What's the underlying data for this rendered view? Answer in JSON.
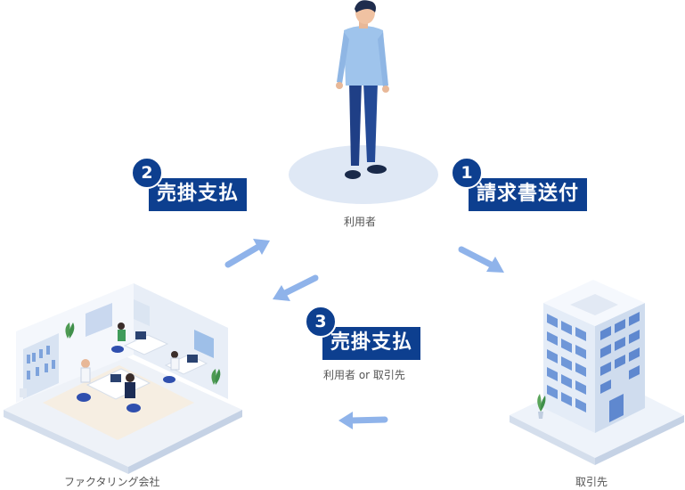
{
  "nodes": {
    "user": {
      "label": "利用者"
    },
    "client": {
      "label": "取引先"
    },
    "factoring": {
      "label": "ファクタリング会社"
    }
  },
  "steps": [
    {
      "number": "1",
      "label": "請求書送付"
    },
    {
      "number": "2",
      "label": "売掛支払"
    },
    {
      "number": "3",
      "label": "売掛支払",
      "caption": "利用者 or 取引先"
    }
  ],
  "colors": {
    "badge": "#0d3f8f",
    "arrow": "#8fb3ea",
    "shirt": "#9fc4ec",
    "pants": "#1f3f86",
    "building": "#e9f0f8",
    "window": "#6f97d8"
  }
}
